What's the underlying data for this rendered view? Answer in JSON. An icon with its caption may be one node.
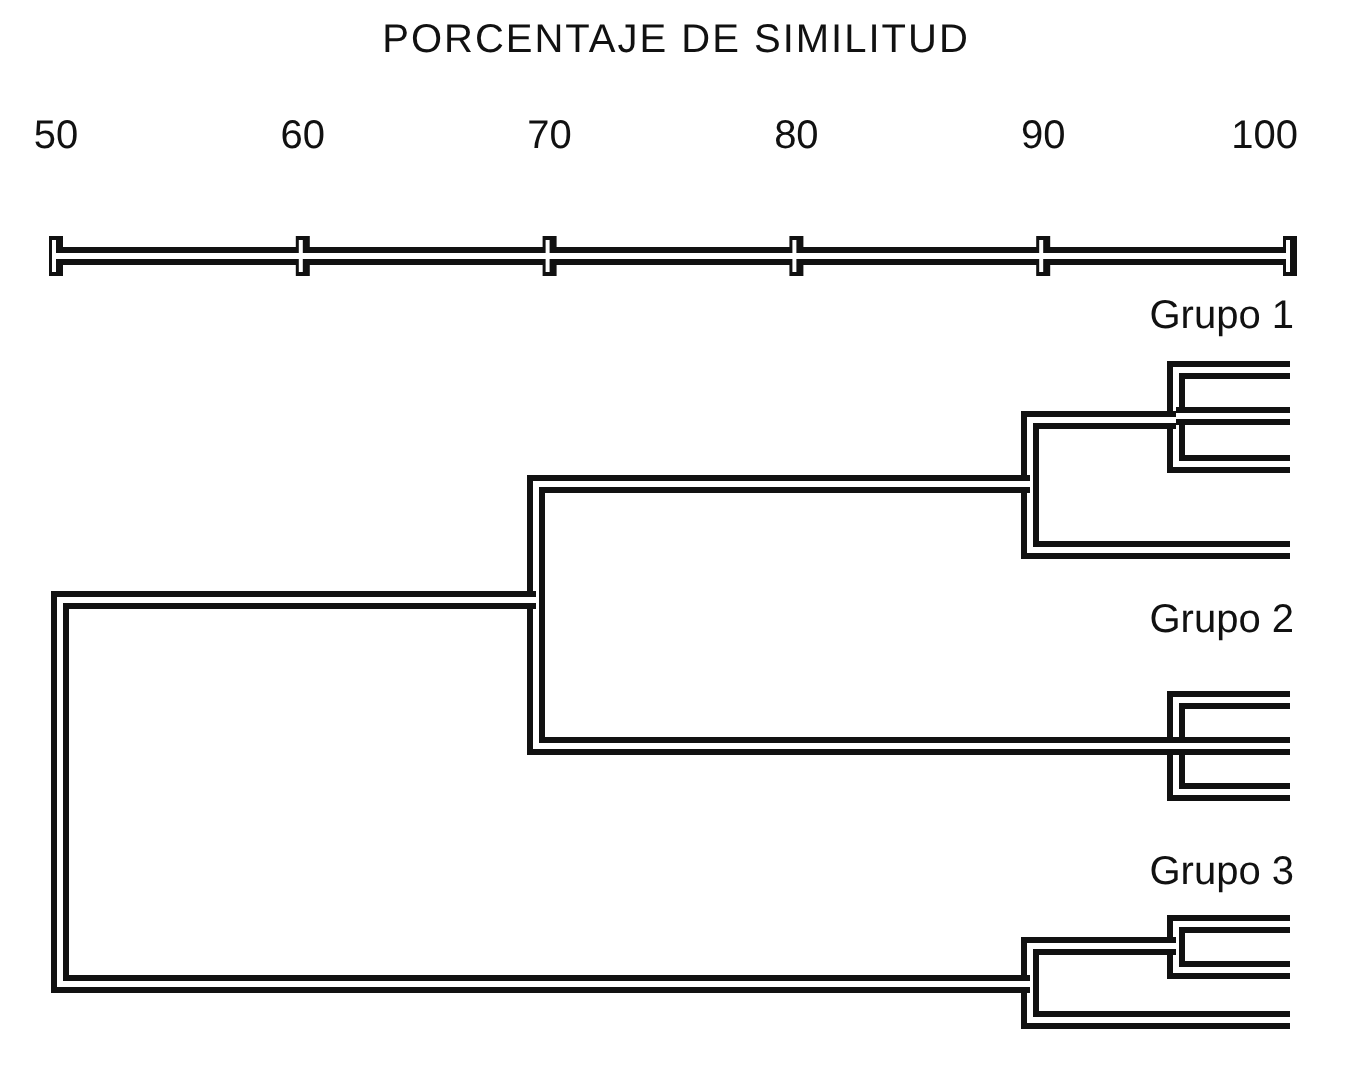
{
  "diagram": {
    "title": "PORCENTAJE DE SIMILITUD",
    "labels": [
      "50",
      "60",
      "70",
      "80",
      "90",
      "100",
      "Grupo 1",
      "Grupo 2",
      "Grupo 3"
    ]
  }
}
